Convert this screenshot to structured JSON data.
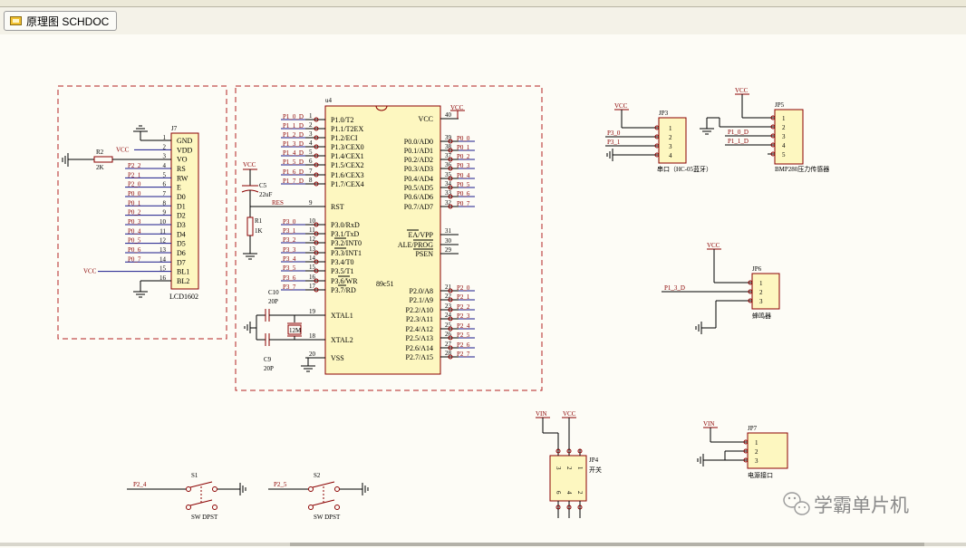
{
  "tab": {
    "label": "原理图 SCHDOC",
    "icon": "schematic-doc-icon"
  },
  "watermark": {
    "text": "学霸单片机",
    "icon": "wechat-icon"
  },
  "mcu": {
    "ref": "u4",
    "part": "89c51",
    "left_pins": [
      {
        "num": "1",
        "name": "P1.0/T2",
        "net": "P1_0_D"
      },
      {
        "num": "2",
        "name": "P1.1/T2EX",
        "net": "P1_1_D"
      },
      {
        "num": "3",
        "name": "P1.2/ECI",
        "net": "P1_2_D"
      },
      {
        "num": "4",
        "name": "P1.3/CEX0",
        "net": "P1_3_D"
      },
      {
        "num": "5",
        "name": "P1.4/CEX1",
        "net": "P1_4_D"
      },
      {
        "num": "6",
        "name": "P1.5/CEX2",
        "net": "P1_5_D"
      },
      {
        "num": "7",
        "name": "P1.6/CEX3",
        "net": "P1_6_D"
      },
      {
        "num": "8",
        "name": "P1.7/CEX4",
        "net": "P1_7_D"
      },
      {
        "num": "9",
        "name": "RST",
        "net": "RES"
      },
      {
        "num": "10",
        "name": "P3.0/RxD",
        "net": "P3_0"
      },
      {
        "num": "11",
        "name": "P3.1/TxD",
        "net": "P3_1"
      },
      {
        "num": "12",
        "name": "P3.2/INT0",
        "net": "P3_2"
      },
      {
        "num": "13",
        "name": "P3.3/INT1",
        "net": "P3_3"
      },
      {
        "num": "14",
        "name": "P3.4/T0",
        "net": "P3_4"
      },
      {
        "num": "15",
        "name": "P3.5/T1",
        "net": "P3_5"
      },
      {
        "num": "16",
        "name": "P3.6/WR",
        "net": "P3_6"
      },
      {
        "num": "17",
        "name": "P3.7/RD",
        "net": "P3_7"
      },
      {
        "num": "19",
        "name": "XTAL1",
        "net": ""
      },
      {
        "num": "18",
        "name": "XTAL2",
        "net": ""
      },
      {
        "num": "20",
        "name": "VSS",
        "net": ""
      }
    ],
    "right_pins": [
      {
        "num": "40",
        "name": "VCC",
        "net": "VCC"
      },
      {
        "num": "39",
        "name": "P0.0/AD0",
        "net": "P0_0"
      },
      {
        "num": "38",
        "name": "P0.1/AD1",
        "net": "P0_1"
      },
      {
        "num": "37",
        "name": "P0.2/AD2",
        "net": "P0_2"
      },
      {
        "num": "36",
        "name": "P0.3/AD3",
        "net": "P0_3"
      },
      {
        "num": "35",
        "name": "P0.4/AD4",
        "net": "P0_4"
      },
      {
        "num": "34",
        "name": "P0.5/AD5",
        "net": "P0_5"
      },
      {
        "num": "33",
        "name": "P0.6/AD6",
        "net": "P0_6"
      },
      {
        "num": "32",
        "name": "P0.7/AD7",
        "net": "P0_7"
      },
      {
        "num": "31",
        "name": "EA/VPP",
        "net": ""
      },
      {
        "num": "30",
        "name": "ALE/PROG",
        "net": ""
      },
      {
        "num": "29",
        "name": "PSEN",
        "net": ""
      },
      {
        "num": "21",
        "name": "P2.0/A8",
        "net": "P2_0"
      },
      {
        "num": "22",
        "name": "P2.1/A9",
        "net": "P2_1"
      },
      {
        "num": "23",
        "name": "P2.2/A10",
        "net": "P2_2"
      },
      {
        "num": "24",
        "name": "P2.3/A11",
        "net": "P2_3"
      },
      {
        "num": "25",
        "name": "P2.4/A12",
        "net": "P2_4"
      },
      {
        "num": "26",
        "name": "P2.5/A13",
        "net": "P2_5"
      },
      {
        "num": "27",
        "name": "P2.6/A14",
        "net": "P2_6"
      },
      {
        "num": "28",
        "name": "P2.7/A15",
        "net": "P2_7"
      }
    ]
  },
  "lcd": {
    "ref": "J7",
    "part": "LCD1602",
    "pins": [
      {
        "num": "1",
        "name": "GND",
        "net": ""
      },
      {
        "num": "2",
        "name": "VDD",
        "net": "VCC"
      },
      {
        "num": "3",
        "name": "VO",
        "net": ""
      },
      {
        "num": "4",
        "name": "RS",
        "net": "P2_2"
      },
      {
        "num": "5",
        "name": "RW",
        "net": "P2_1"
      },
      {
        "num": "6",
        "name": "E",
        "net": "P2_0"
      },
      {
        "num": "7",
        "name": "D0",
        "net": "P0_0"
      },
      {
        "num": "8",
        "name": "D1",
        "net": "P0_1"
      },
      {
        "num": "9",
        "name": "D2",
        "net": "P0_2"
      },
      {
        "num": "10",
        "name": "D3",
        "net": "P0_3"
      },
      {
        "num": "11",
        "name": "D4",
        "net": "P0_4"
      },
      {
        "num": "12",
        "name": "D5",
        "net": "P0_5"
      },
      {
        "num": "13",
        "name": "D6",
        "net": "P0_6"
      },
      {
        "num": "14",
        "name": "D7",
        "net": "P0_7"
      },
      {
        "num": "15",
        "name": "BL1",
        "net": "VCC"
      },
      {
        "num": "16",
        "name": "BL2",
        "net": ""
      }
    ],
    "resistor": {
      "ref": "R2",
      "value": "2K"
    }
  },
  "reset": {
    "cap_ref": "C5",
    "cap_value": "22uF",
    "res_ref": "R1",
    "res_value": "1K",
    "vcc": "VCC"
  },
  "crystal": {
    "value": "12M",
    "c10_ref": "C10",
    "c10_value": "20P",
    "c9_ref": "C9",
    "c9_value": "20P"
  },
  "jp3": {
    "ref": "JP3",
    "caption": "串口（HC-05蓝牙）",
    "pins": [
      "1",
      "2",
      "3",
      "4"
    ],
    "nets": [
      "VCC",
      "P3_0",
      "P3_1",
      ""
    ]
  },
  "jp5": {
    "ref": "JP5",
    "caption": "BMP280压力传感器",
    "pins": [
      "1",
      "2",
      "3",
      "4",
      "5"
    ],
    "nets": [
      "VCC",
      "",
      "P1_0_D",
      "P1_1_D",
      ""
    ]
  },
  "jp6": {
    "ref": "JP6",
    "caption": "蜂鸣器",
    "pins": [
      "1",
      "2",
      "3"
    ],
    "nets": [
      "VCC",
      "P1_3_D",
      ""
    ]
  },
  "jp4": {
    "ref": "JP4",
    "caption": "开关",
    "top_pins": [
      "3",
      "2",
      "1"
    ],
    "bottom_pins": [
      "6",
      "4",
      "2"
    ],
    "nets": [
      "VIN",
      "VCC"
    ]
  },
  "jp7": {
    "ref": "JP7",
    "caption": "电源接口",
    "pins": [
      "1",
      "2",
      "3"
    ],
    "nets": [
      "VIN"
    ]
  },
  "s1": {
    "ref": "S1",
    "part": "SW DPST",
    "net": "P2_4"
  },
  "s2": {
    "ref": "S2",
    "part": "SW DPST",
    "net": "P2_5"
  },
  "vcc_label": "VCC"
}
